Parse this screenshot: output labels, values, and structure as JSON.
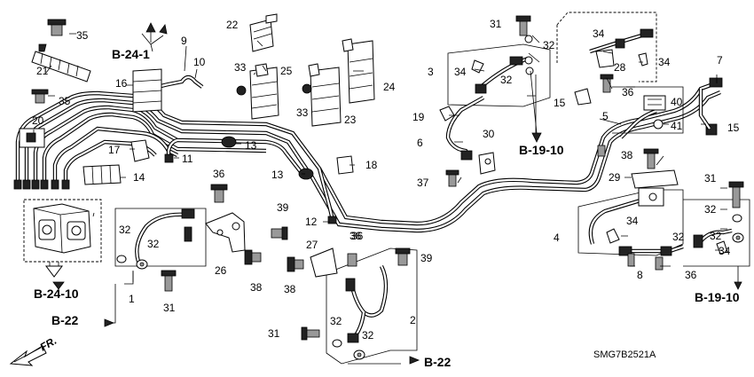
{
  "diagram": {
    "callouts": [
      "1",
      "2",
      "3",
      "4",
      "5",
      "6",
      "7",
      "8",
      "9",
      "10",
      "11",
      "12",
      "13",
      "13",
      "14",
      "15",
      "15",
      "16",
      "17",
      "18",
      "19",
      "20",
      "21",
      "22",
      "23",
      "24",
      "25",
      "26",
      "27",
      "28",
      "29",
      "30",
      "31",
      "31",
      "31",
      "31",
      "32",
      "32",
      "32",
      "32",
      "32",
      "32",
      "32",
      "32",
      "32",
      "33",
      "33",
      "34",
      "34",
      "34",
      "34",
      "34",
      "35",
      "35",
      "36",
      "36",
      "36",
      "36",
      "36",
      "37",
      "38",
      "38",
      "38",
      "39",
      "39",
      "40",
      "41"
    ],
    "references": [
      "B-24-1",
      "B-24-10",
      "B-22",
      "B-22",
      "B-19-10",
      "B-19-10"
    ],
    "part_code": "SMG7B2521A",
    "direction_label": "FR."
  }
}
